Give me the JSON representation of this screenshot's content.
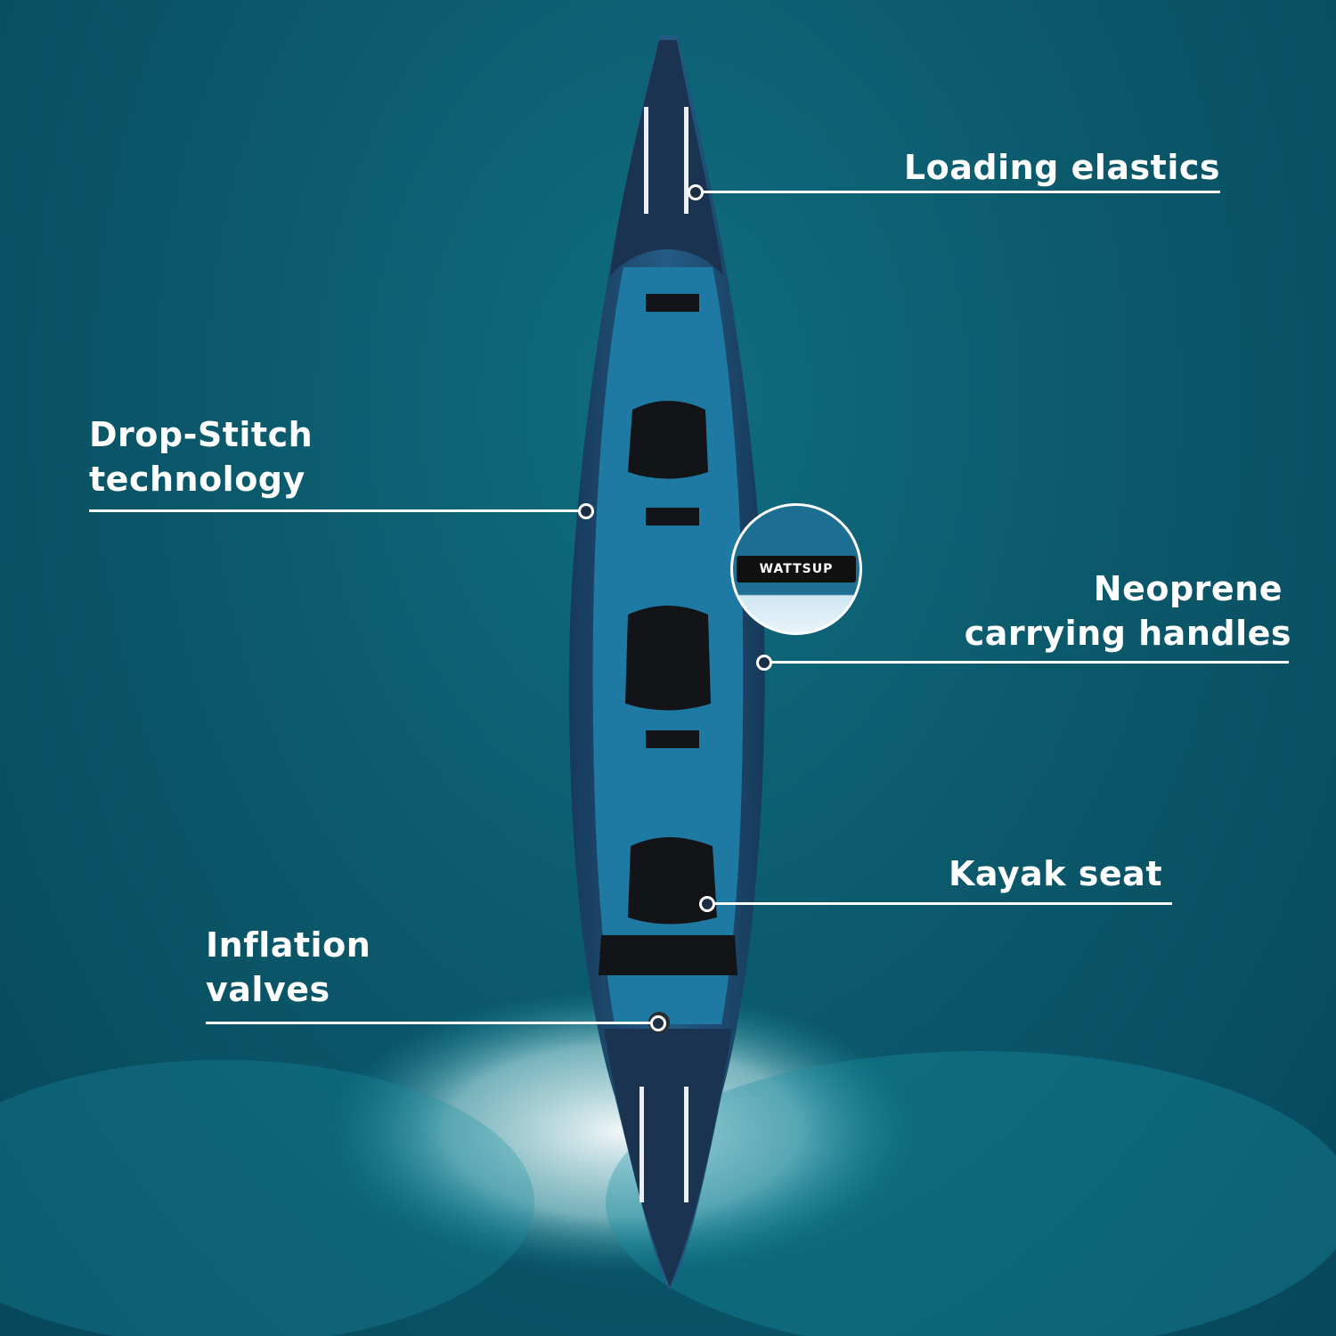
{
  "callouts": {
    "loading_elastics": {
      "lines": [
        "Loading elastics"
      ]
    },
    "drop_stitch": {
      "lines": [
        "Drop-Stitch",
        "technology"
      ]
    },
    "neoprene_handles": {
      "lines": [
        "Neoprene",
        "carrying handles"
      ]
    },
    "kayak_seat": {
      "lines": [
        "Kayak seat"
      ]
    },
    "inflation_valves": {
      "lines": [
        "Inflation",
        "valves"
      ]
    }
  },
  "inset": {
    "brand": "WATTSUP"
  },
  "colors": {
    "ocean": "#0b5a6c",
    "hull": "#1f4f78",
    "deck": "#1f7aa3",
    "text": "#ffffff"
  }
}
